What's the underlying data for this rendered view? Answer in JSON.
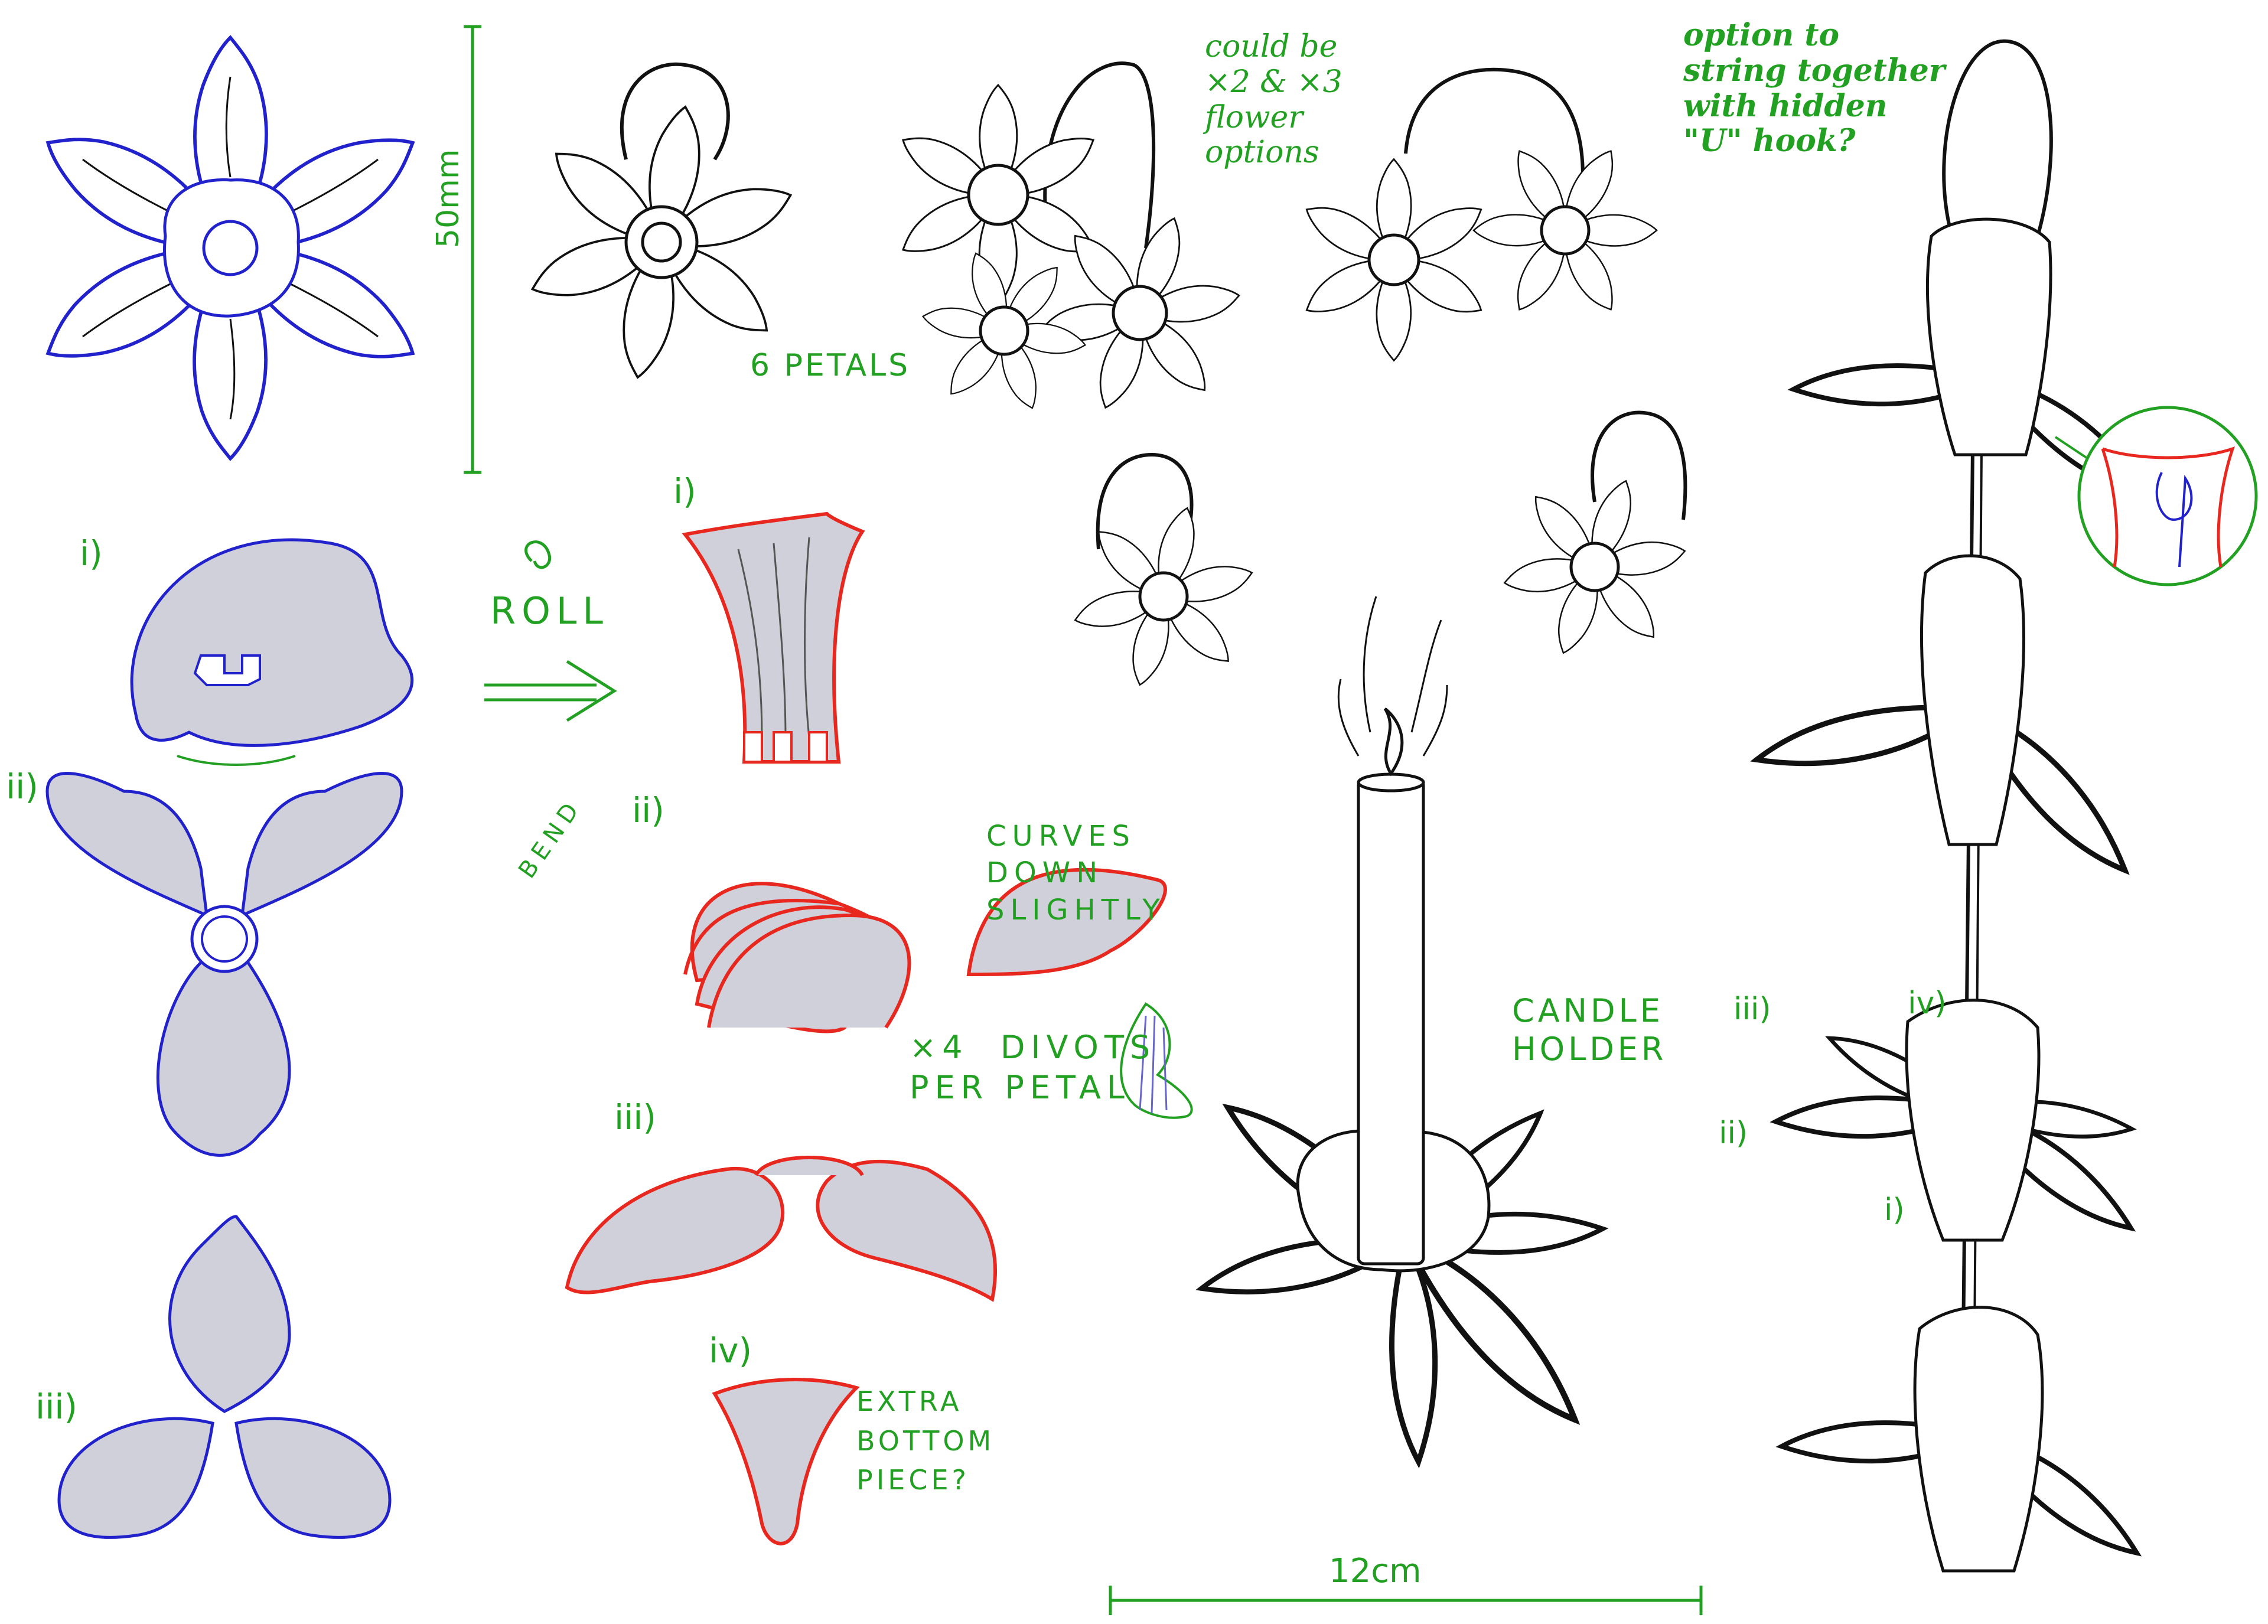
{
  "annotations": {
    "dim_50mm": "50mm",
    "roll": "ROLL",
    "label_i_top": "i)",
    "label_ii_left": "ii)",
    "label_iii_left": "iii)",
    "label_i_rolled": "i)",
    "label_ii_mid": "ii)",
    "label_iii_mid": "iii)",
    "label_iv_mid": "iv)",
    "bend": "BEND",
    "curves_down": "CURVES\nDOWN\nSLIGHTLY",
    "divots": "×4  DIVOTS\nPER PETAL",
    "extra_bottom": "EXTRA\nBOTTOM\nPIECE?",
    "six_petals": "6 PETALS",
    "could_be": "could be\n×2 & ×3\nflower\noptions",
    "option_string": "option to\nstring together\nwith hidden\n\"U\" hook?",
    "candle_holder": "CANDLE\nHOLDER",
    "dim_12cm": "12cm",
    "label_iii_right": "iii)",
    "label_iv_right": "iv)",
    "label_ii_right": "ii)",
    "label_i_right": "i)"
  },
  "colors": {
    "outline_blue": "#2222cc",
    "outline_red": "#e8281e",
    "annotation_green": "#22a022",
    "fill_grey": "#cfd0da",
    "ink": "#111111"
  }
}
